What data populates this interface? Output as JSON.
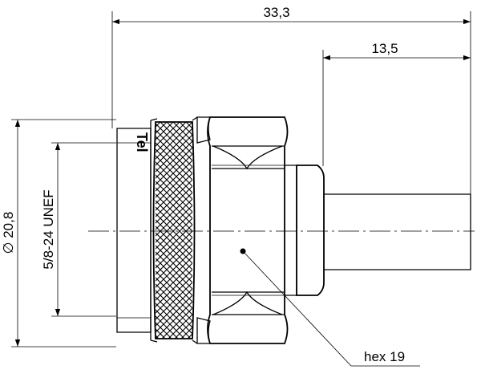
{
  "dimensions": {
    "overall_length": "33,3",
    "cable_length": "13,5",
    "outer_diameter": "∅ 20,8",
    "thread": "5/8-24 UNEF"
  },
  "callouts": {
    "hex": "hex 19"
  },
  "logo_text": "Tel"
}
